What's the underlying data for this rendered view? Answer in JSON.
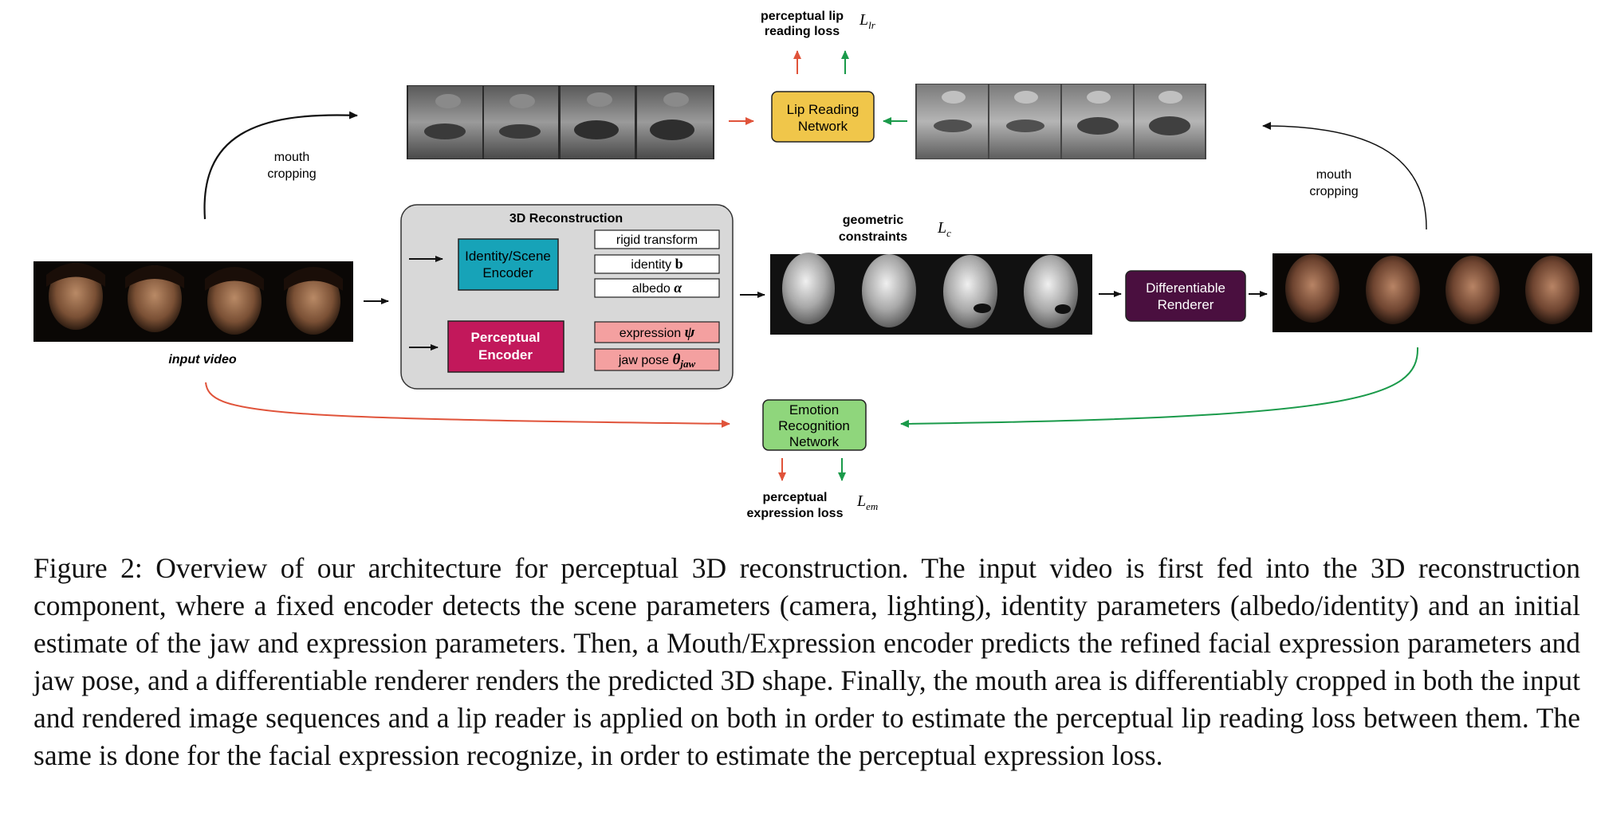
{
  "diagram": {
    "input_video_label": "input video",
    "mouth_cropping_left": [
      "mouth",
      "cropping"
    ],
    "mouth_cropping_right": [
      "mouth",
      "cropping"
    ],
    "lip_reading_loss": [
      "perceptual lip",
      "reading loss"
    ],
    "lip_reading_loss_symbol": {
      "main": "L",
      "sub": "lr"
    },
    "lip_reading_network": [
      "Lip Reading",
      "Network"
    ],
    "reconstruction_title": "3D Reconstruction",
    "identity_scene_encoder": [
      "Identity/Scene",
      "Encoder"
    ],
    "perceptual_encoder": [
      "Perceptual",
      "Encoder"
    ],
    "params": {
      "rigid_transform": "rigid transform",
      "identity": "identity",
      "identity_sym": "b",
      "albedo": "albedo",
      "albedo_sym": "α",
      "expression": "expression",
      "expression_sym": "ψ",
      "jaw_pose": "jaw pose",
      "jaw_pose_sym": "θ",
      "jaw_pose_sub": "jaw"
    },
    "geometric_constraints": [
      "geometric",
      "constraints"
    ],
    "geometric_symbol": {
      "main": "L",
      "sub": "c"
    },
    "differentiable_renderer": [
      "Differentiable",
      "Renderer"
    ],
    "emotion_network": [
      "Emotion",
      "Recognition",
      "Network"
    ],
    "expression_loss": [
      "perceptual",
      "expression loss"
    ],
    "expression_loss_symbol": {
      "main": "L",
      "sub": "em"
    },
    "colors": {
      "lip_network": "#f0c64a",
      "identity_encoder": "#17a3b8",
      "perceptual_encoder": "#c2185b",
      "param_pink": "#f4a0a0",
      "renderer": "#4a0f3f",
      "emotion_network": "#8fd67c",
      "arrow_red": "#e0533a",
      "arrow_green": "#1a9a4a",
      "recon_panel": "#d8d8d8"
    }
  },
  "caption": "Figure 2: Overview of our architecture for perceptual 3D reconstruction. The input video is first fed into the 3D reconstruction component, where a fixed encoder detects the scene parameters (camera, lighting), identity parameters (albedo/identity) and an initial estimate of the jaw and expression parameters.  Then, a Mouth/Expression encoder predicts the refined facial expression parameters and jaw pose, and a differentiable renderer renders the predicted 3D shape. Finally, the mouth area is differentiably cropped in both the input and rendered image sequences and a lip reader is applied on both in order to estimate the perceptual lip reading loss between them. The same is done for the facial expression recognize, in order to estimate the perceptual expression loss."
}
